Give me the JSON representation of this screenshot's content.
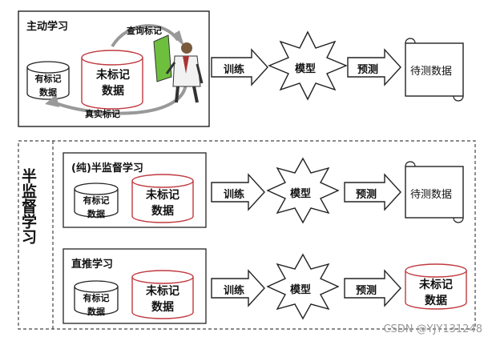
{
  "colors": {
    "line": "#222222",
    "red": "#c0393f",
    "dash": "#444444"
  },
  "active": {
    "title": "主动学习",
    "labeled": "有标记\n数据",
    "unlabeled": "未标记\n数据",
    "query": "查询标记",
    "truth": "真实标记",
    "train": "训练",
    "model": "模型",
    "predict": "预测",
    "test": "待测数据"
  },
  "semi": {
    "side_label": "半监督学习",
    "pure": {
      "title": "(纯)半监督学习",
      "labeled": "有标记\n数据",
      "unlabeled": "未标记\n数据",
      "train": "训练",
      "model": "模型",
      "predict": "预测",
      "test": "待测数据"
    },
    "trans": {
      "title": "直推学习",
      "labeled": "有标记\n数据",
      "unlabeled": "未标记\n数据",
      "train": "训练",
      "model": "模型",
      "predict": "预测",
      "target": "未标记\n数据"
    }
  },
  "watermark": "CSDN @YJY131248",
  "icons": [
    "person-at-board-icon",
    "scroll-icon",
    "starburst-icon",
    "block-arrow-icon",
    "cylinder-icon"
  ]
}
